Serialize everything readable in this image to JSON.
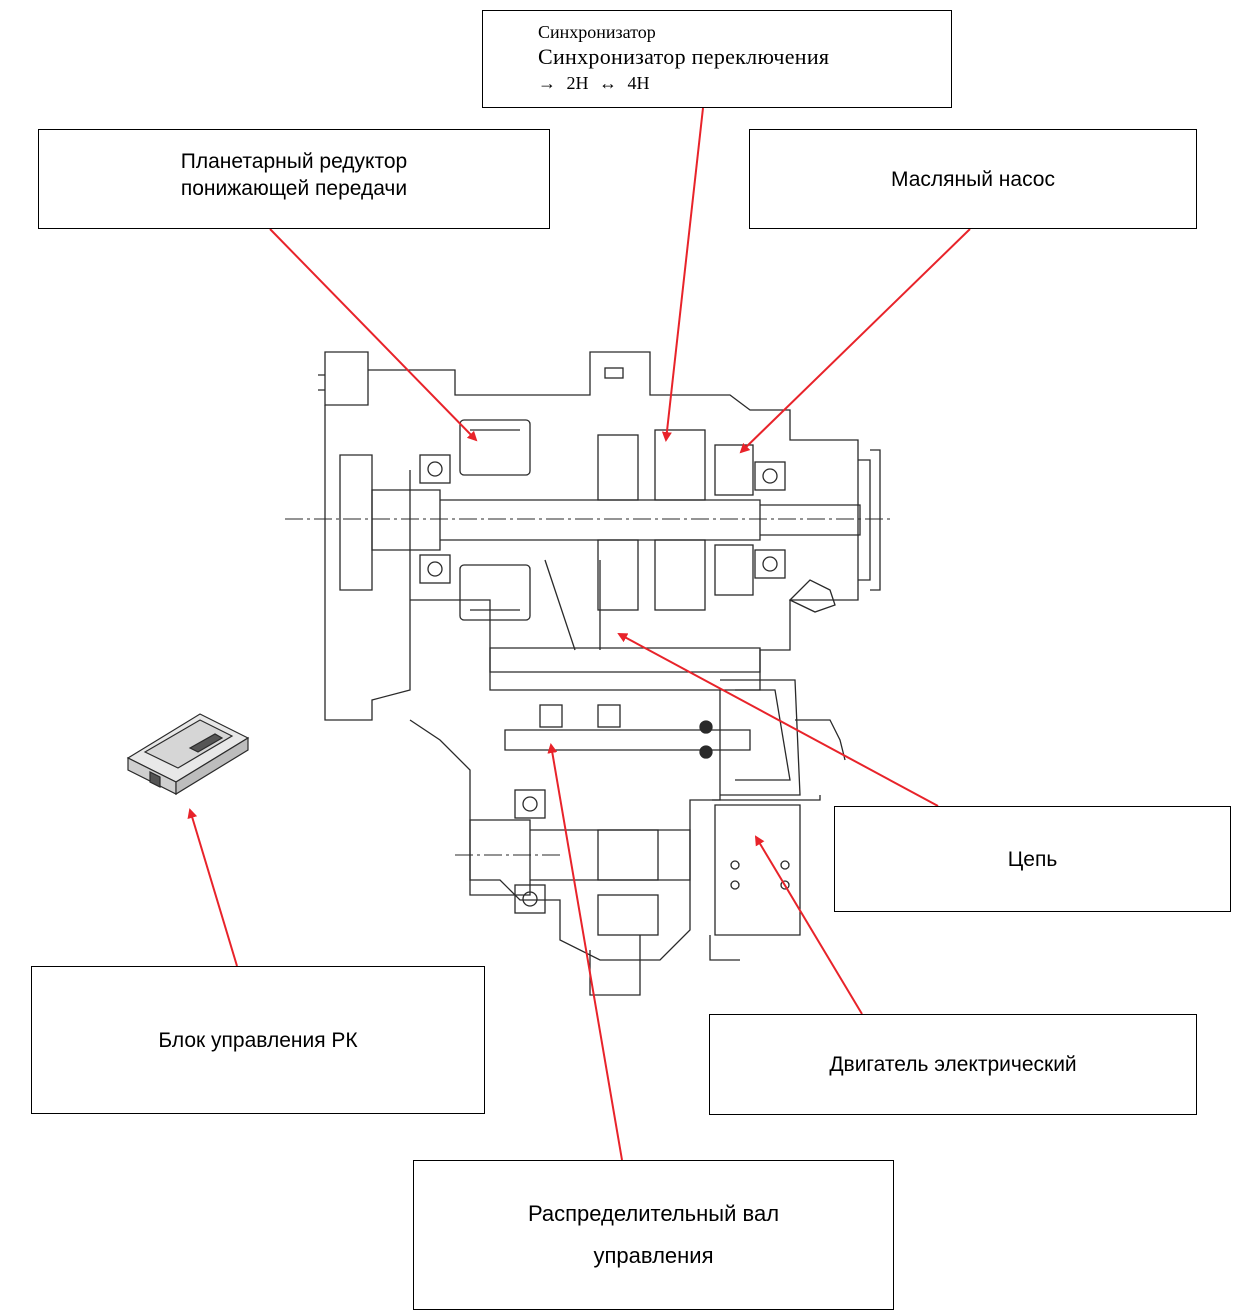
{
  "labels": {
    "sync": {
      "line1": "Синхронизатор",
      "line2": "Синхронизатор переключения",
      "line3": "→ 2H ↔ 4H"
    },
    "planetary": {
      "line1": "Планетарный редуктор",
      "line2": "понижающей передачи"
    },
    "oil_pump": "Масляный насос",
    "chain": "Цепь",
    "ecu": "Блок управления РК",
    "motor": "Двигатель электрический",
    "camshaft": {
      "line1": "Распределительный вал",
      "line2": "управления"
    }
  },
  "colors": {
    "arrow": "#e8232a",
    "drawing": "#2a2a2a",
    "box_border": "#000000"
  }
}
